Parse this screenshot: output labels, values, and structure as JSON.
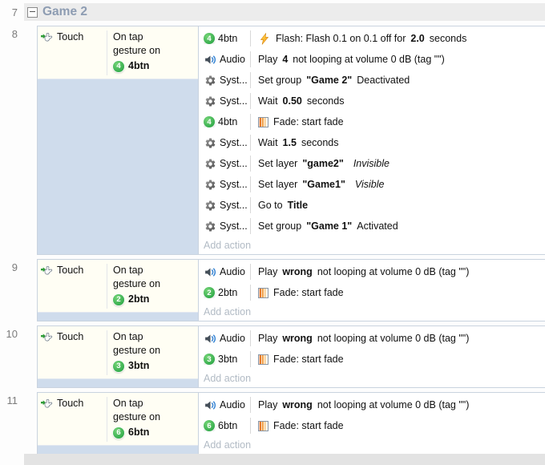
{
  "group": {
    "number": "7",
    "title": "Game 2"
  },
  "labels": {
    "add_action": "Add action"
  },
  "colors": {
    "badge_green": "#2f9e38",
    "group_title": "#8d9cb2",
    "condition_filler": "#cfdcec",
    "condition_cell_bg": "#fffef4",
    "add_action_text": "#b2bbc5"
  },
  "events": [
    {
      "number": "8",
      "condition": {
        "object": "Touch",
        "object_icon": "touch",
        "lines": [
          "On tap",
          "gesture on"
        ],
        "target_badge": "4",
        "target": "4btn"
      },
      "actions": [
        {
          "object": "4btn",
          "icon": "badge:4",
          "action_icon": "flash",
          "parts": [
            [
              "Flash: Flash 0.1 on 0.1 off for ",
              ""
            ],
            [
              "2.0",
              "b"
            ],
            [
              " seconds",
              ""
            ]
          ]
        },
        {
          "object": "Audio",
          "icon": "audio",
          "parts": [
            [
              "Play ",
              ""
            ],
            [
              "4",
              "b"
            ],
            [
              " not looping at volume 0 dB (tag \"\")",
              ""
            ]
          ]
        },
        {
          "object": "Syst...",
          "icon": "gear",
          "parts": [
            [
              "Set group ",
              ""
            ],
            [
              "\"Game 2\"",
              "b"
            ],
            [
              " Deactivated",
              ""
            ]
          ]
        },
        {
          "object": "Syst...",
          "icon": "gear",
          "parts": [
            [
              "Wait ",
              ""
            ],
            [
              "0.50",
              "b"
            ],
            [
              " seconds",
              ""
            ]
          ]
        },
        {
          "object": "4btn",
          "icon": "badge:4",
          "action_icon": "fade",
          "parts": [
            [
              "Fade: start fade",
              ""
            ]
          ]
        },
        {
          "object": "Syst...",
          "icon": "gear",
          "parts": [
            [
              "Wait ",
              ""
            ],
            [
              "1.5",
              "b"
            ],
            [
              " seconds",
              ""
            ]
          ]
        },
        {
          "object": "Syst...",
          "icon": "gear",
          "parts": [
            [
              "Set layer ",
              ""
            ],
            [
              "\"game2\"",
              "b"
            ],
            [
              " ",
              ""
            ],
            [
              "Invisible",
              "i"
            ]
          ]
        },
        {
          "object": "Syst...",
          "icon": "gear",
          "parts": [
            [
              "Set layer ",
              ""
            ],
            [
              "\"Game1\"",
              "b"
            ],
            [
              " ",
              ""
            ],
            [
              "Visible",
              "i"
            ]
          ]
        },
        {
          "object": "Syst...",
          "icon": "gear",
          "parts": [
            [
              "Go to ",
              ""
            ],
            [
              "Title",
              "b"
            ]
          ]
        },
        {
          "object": "Syst...",
          "icon": "gear",
          "parts": [
            [
              "Set group ",
              ""
            ],
            [
              "\"Game 1\"",
              "b"
            ],
            [
              " Activated",
              ""
            ]
          ]
        }
      ]
    },
    {
      "number": "9",
      "condition": {
        "object": "Touch",
        "object_icon": "touch",
        "lines": [
          "On tap",
          "gesture on"
        ],
        "target_badge": "2",
        "target": "2btn"
      },
      "actions": [
        {
          "object": "Audio",
          "icon": "audio",
          "parts": [
            [
              "Play ",
              ""
            ],
            [
              "wrong",
              "b"
            ],
            [
              " not looping at volume 0 dB (tag \"\")",
              ""
            ]
          ]
        },
        {
          "object": "2btn",
          "icon": "badge:2",
          "action_icon": "fade",
          "parts": [
            [
              "Fade: start fade",
              ""
            ]
          ]
        }
      ]
    },
    {
      "number": "10",
      "condition": {
        "object": "Touch",
        "object_icon": "touch",
        "lines": [
          "On tap",
          "gesture on"
        ],
        "target_badge": "3",
        "target": "3btn"
      },
      "actions": [
        {
          "object": "Audio",
          "icon": "audio",
          "parts": [
            [
              "Play ",
              ""
            ],
            [
              "wrong",
              "b"
            ],
            [
              " not looping at volume 0 dB (tag \"\")",
              ""
            ]
          ]
        },
        {
          "object": "3btn",
          "icon": "badge:3",
          "action_icon": "fade",
          "parts": [
            [
              "Fade: start fade",
              ""
            ]
          ]
        }
      ]
    },
    {
      "number": "11",
      "condition": {
        "object": "Touch",
        "object_icon": "touch",
        "lines": [
          "On tap",
          "gesture on"
        ],
        "target_badge": "6",
        "target": "6btn"
      },
      "actions": [
        {
          "object": "Audio",
          "icon": "audio",
          "parts": [
            [
              "Play ",
              ""
            ],
            [
              "wrong",
              "b"
            ],
            [
              " not looping at volume 0 dB (tag \"\")",
              ""
            ]
          ]
        },
        {
          "object": "6btn",
          "icon": "badge:6",
          "action_icon": "fade",
          "parts": [
            [
              "Fade: start fade",
              ""
            ]
          ]
        }
      ]
    }
  ]
}
